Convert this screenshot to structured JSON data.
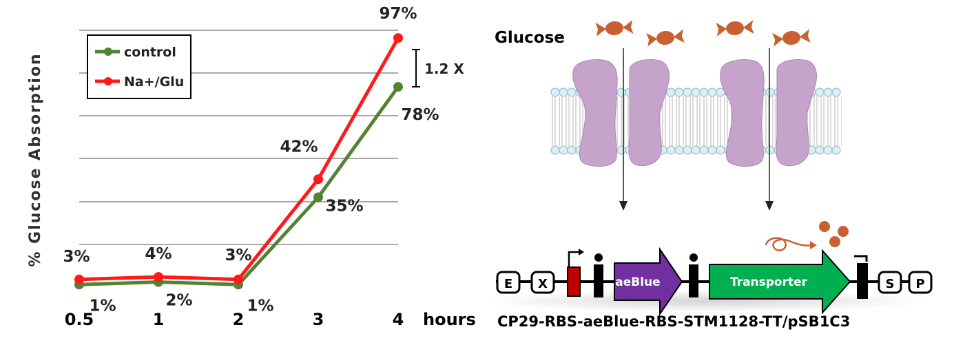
{
  "chart_data": {
    "type": "line",
    "title": "",
    "ylabel": "% Glucose Absorption",
    "xlabel": "hours",
    "categories": [
      "0.5",
      "1",
      "2",
      "3",
      "4"
    ],
    "ylim": [
      0,
      100
    ],
    "grid": true,
    "legend_position": "top-left",
    "series": [
      {
        "name": "control",
        "color": "#548235",
        "values": [
          1,
          2,
          1,
          35,
          78
        ],
        "labels": [
          "1%",
          "2%",
          "1%",
          "35%",
          "78%"
        ]
      },
      {
        "name": "Na+/Glu",
        "color": "#ff1a1a",
        "values": [
          3,
          4,
          3,
          42,
          97
        ],
        "labels": [
          "3%",
          "4%",
          "3%",
          "42%",
          "97%"
        ]
      }
    ],
    "annotations": [
      {
        "text": "1.2 X"
      }
    ]
  },
  "diagram": {
    "glucose_label": "Glucose",
    "construct_label": "CP29-RBS-aeBlue-RBS-STM1128-TT/pSB1C3",
    "parts": {
      "e": "E",
      "x": "X",
      "aeblue": "aeBlue",
      "transporter": "Transporter",
      "s": "S",
      "p": "P"
    },
    "colors": {
      "membrane": "#dcdcdc",
      "lipid_head": "#d9eef5",
      "transporter": "#c6a3cb",
      "candy": "#c9602f",
      "aeblue": "#7030a0",
      "transporter_arrow": "#00b050",
      "promoter_box": "#c00000",
      "backbone": "#000000"
    }
  }
}
